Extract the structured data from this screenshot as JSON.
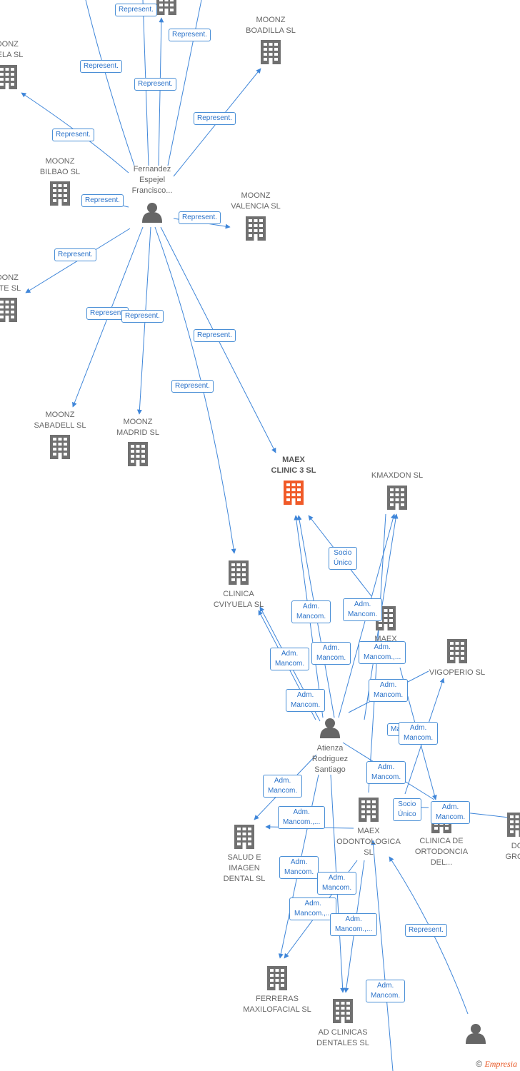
{
  "colors": {
    "edge": "#3f86d9",
    "building": "#707070",
    "building_main": "#f05a28",
    "person": "#666666"
  },
  "nodes": {
    "fernandez": {
      "label": [
        "Fernandez",
        "Espejel",
        "Francisco..."
      ]
    },
    "atienza": {
      "label": [
        "Atienza",
        "Rodriguez",
        "Santiago"
      ]
    },
    "moonz_boadilla": {
      "label": [
        "MOONZ",
        "BOADILLA  SL"
      ]
    },
    "moonz_vuela": {
      "label": [
        "OONZ",
        "UELA  SL"
      ]
    },
    "moonz_bilbao": {
      "label": [
        "MOONZ",
        "BILBAO  SL"
      ]
    },
    "moonz_valencia": {
      "label": [
        "MOONZ",
        "VALENCIA  SL"
      ]
    },
    "moonz_norte": {
      "label": [
        "OONZ",
        "RTE  SL"
      ]
    },
    "moonz_sabadell": {
      "label": [
        "MOONZ",
        "SABADELL  SL"
      ]
    },
    "moonz_madrid": {
      "label": [
        "MOONZ",
        "MADRID  SL"
      ]
    },
    "maex_clinic3": {
      "label": [
        "MAEX",
        "CLINIC 3  SL"
      ]
    },
    "kmaxdon": {
      "label": [
        "KMAXDON  SL"
      ]
    },
    "clinica_cviyuela": {
      "label": [
        "CLINICA",
        "CVIYUELA  SL"
      ]
    },
    "maex_hidden": {
      "label": [
        "MAEX",
        "CL            IA"
      ]
    },
    "vigoperio": {
      "label": [
        "VIGOPERIO SL"
      ]
    },
    "salud_imagen": {
      "label": [
        "SALUD E",
        "IMAGEN",
        "DENTAL  SL"
      ]
    },
    "maex_odontologica": {
      "label": [
        "MAEX",
        "ODONTOLOGICA",
        "SL"
      ]
    },
    "clinica_ortodoncia": {
      "label": [
        "CLINICA DE",
        "ORTODONCIA",
        "DEL..."
      ]
    },
    "do_group": {
      "label": [
        "DO",
        "GROU"
      ]
    },
    "ferreras": {
      "label": [
        "FERRERAS",
        "MAXILOFACIAL SL"
      ]
    },
    "ad_clinicas": {
      "label": [
        "AD CLINICAS",
        "DENTALES  SL"
      ]
    }
  },
  "edge_labels": [
    {
      "text": [
        "Represent."
      ]
    },
    {
      "text": [
        "Represent."
      ]
    },
    {
      "text": [
        "Represent."
      ]
    },
    {
      "text": [
        "Represent."
      ]
    },
    {
      "text": [
        "Represent."
      ]
    },
    {
      "text": [
        "Represent."
      ]
    },
    {
      "text": [
        "Represent."
      ]
    },
    {
      "text": [
        "Represent."
      ]
    },
    {
      "text": [
        "Represent."
      ]
    },
    {
      "text": [
        "Represent."
      ]
    },
    {
      "text": [
        "Represent."
      ]
    },
    {
      "text": [
        "Represent."
      ]
    },
    {
      "text": [
        "Represent."
      ]
    },
    {
      "text": [
        "Socio",
        "Único"
      ]
    },
    {
      "text": [
        "Adm.",
        "Mancom."
      ]
    },
    {
      "text": [
        "Adm.",
        "Mancom."
      ]
    },
    {
      "text": [
        "Adm.",
        "Mancom."
      ]
    },
    {
      "text": [
        "Adm.",
        "Mancom."
      ]
    },
    {
      "text": [
        "Adm.",
        "Mancom.,..."
      ]
    },
    {
      "text": [
        "Adm.",
        "Mancom."
      ]
    },
    {
      "text": [
        "Adm.",
        "Mancom."
      ]
    },
    {
      "text": [
        "Ma"
      ]
    },
    {
      "text": [
        "Adm.",
        "Mancom."
      ]
    },
    {
      "text": [
        "Adm.",
        "Mancom."
      ]
    },
    {
      "text": [
        "Adm.",
        "Mancom."
      ]
    },
    {
      "text": [
        "Adm.",
        "Mancom.,..."
      ]
    },
    {
      "text": [
        "Socio",
        "Único"
      ]
    },
    {
      "text": [
        "Adm.",
        "Mancom."
      ]
    },
    {
      "text": [
        "Adm.",
        "Mancom."
      ]
    },
    {
      "text": [
        "Adm.",
        "Mancom."
      ]
    },
    {
      "text": [
        "Adm.",
        "Mancom.,..."
      ]
    },
    {
      "text": [
        "Adm.",
        "Mancom.,..."
      ]
    },
    {
      "text": [
        "Represent."
      ]
    },
    {
      "text": [
        "Adm.",
        "Mancom."
      ]
    }
  ],
  "footer": {
    "copyright": "©",
    "brand": "Empresia"
  }
}
